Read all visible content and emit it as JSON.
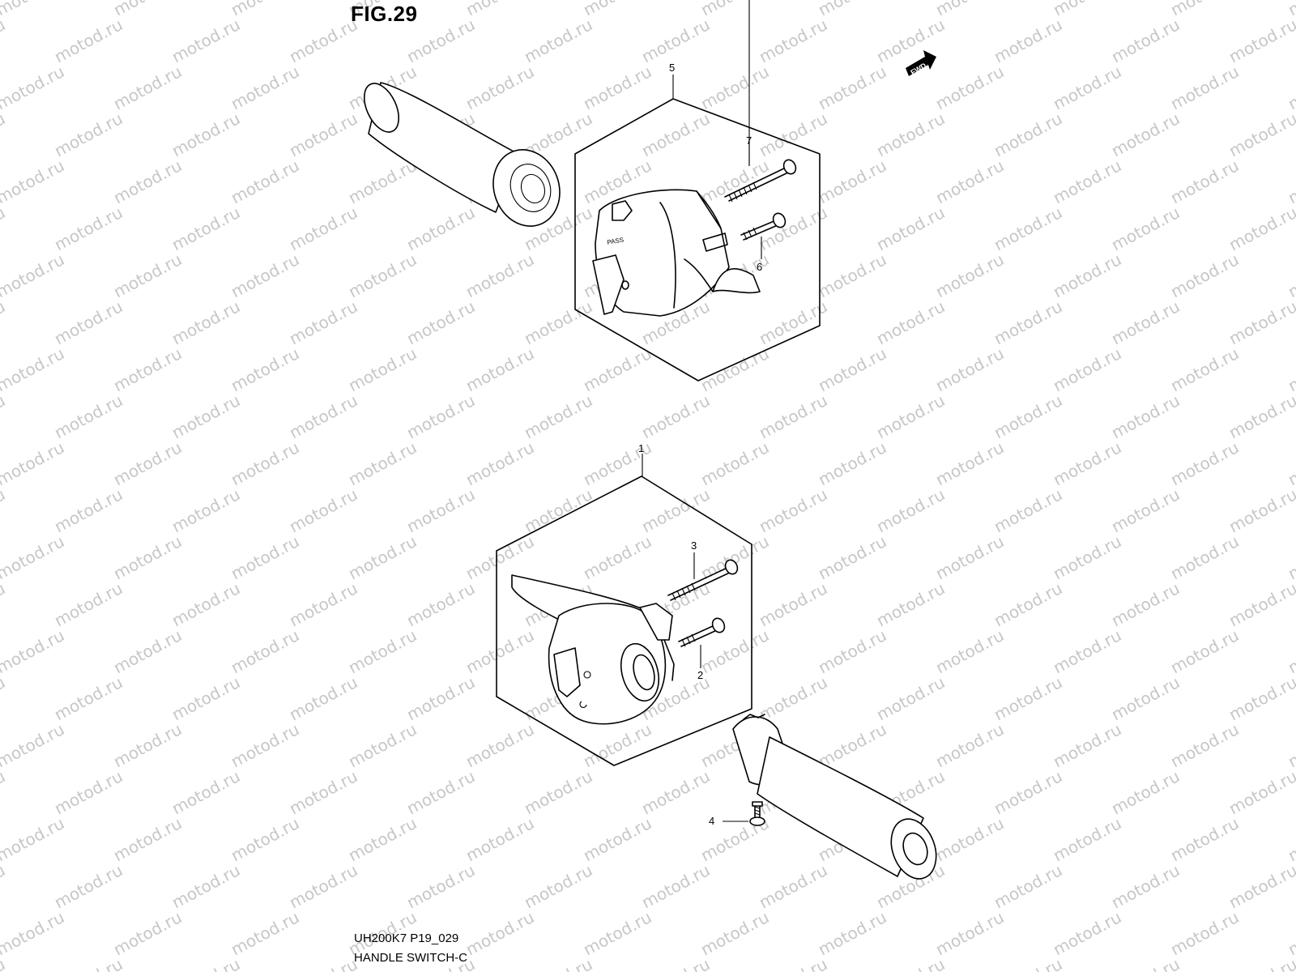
{
  "figure": {
    "title": "FIG.29",
    "code": "UH200K7 P19_029",
    "name": "HANDLE SWITCH-C"
  },
  "watermark": {
    "text": "motod.ru"
  },
  "direction_badge": {
    "label": "FWD",
    "icon": "forward-arrow-icon"
  },
  "callouts": [
    {
      "id": "c1",
      "label": "1"
    },
    {
      "id": "c2",
      "label": "2"
    },
    {
      "id": "c3",
      "label": "3"
    },
    {
      "id": "c4",
      "label": "4"
    },
    {
      "id": "c5",
      "label": "5"
    },
    {
      "id": "c6",
      "label": "6"
    },
    {
      "id": "c7",
      "label": "7"
    }
  ],
  "switch_markings": {
    "pass": "PASS"
  }
}
